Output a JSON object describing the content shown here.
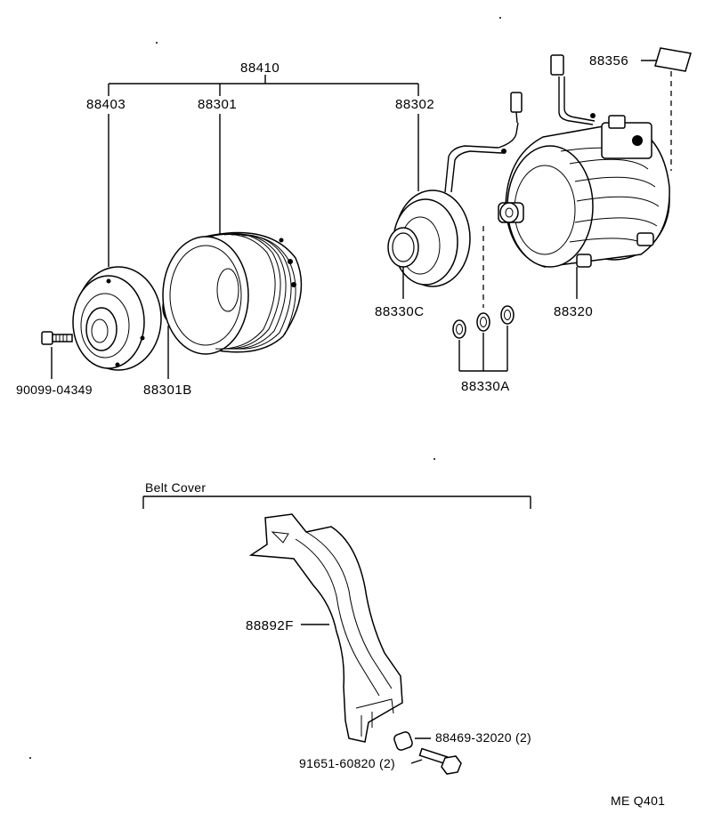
{
  "labels": {
    "assembly": "88410",
    "hub": "88403",
    "pulley": "88301",
    "stator": "88302",
    "bolt": "90099-04349",
    "snap_ring": "88301B",
    "stator_ring": "88330C",
    "compressor": "88320",
    "shims": "88330A",
    "plate": "88356",
    "belt_cover_title": "Belt Cover",
    "belt_cover": "88892F",
    "collar": "88469-32020 (2)",
    "cover_bolt": "91651-60820 (2)",
    "figure_code": "ME Q401"
  }
}
